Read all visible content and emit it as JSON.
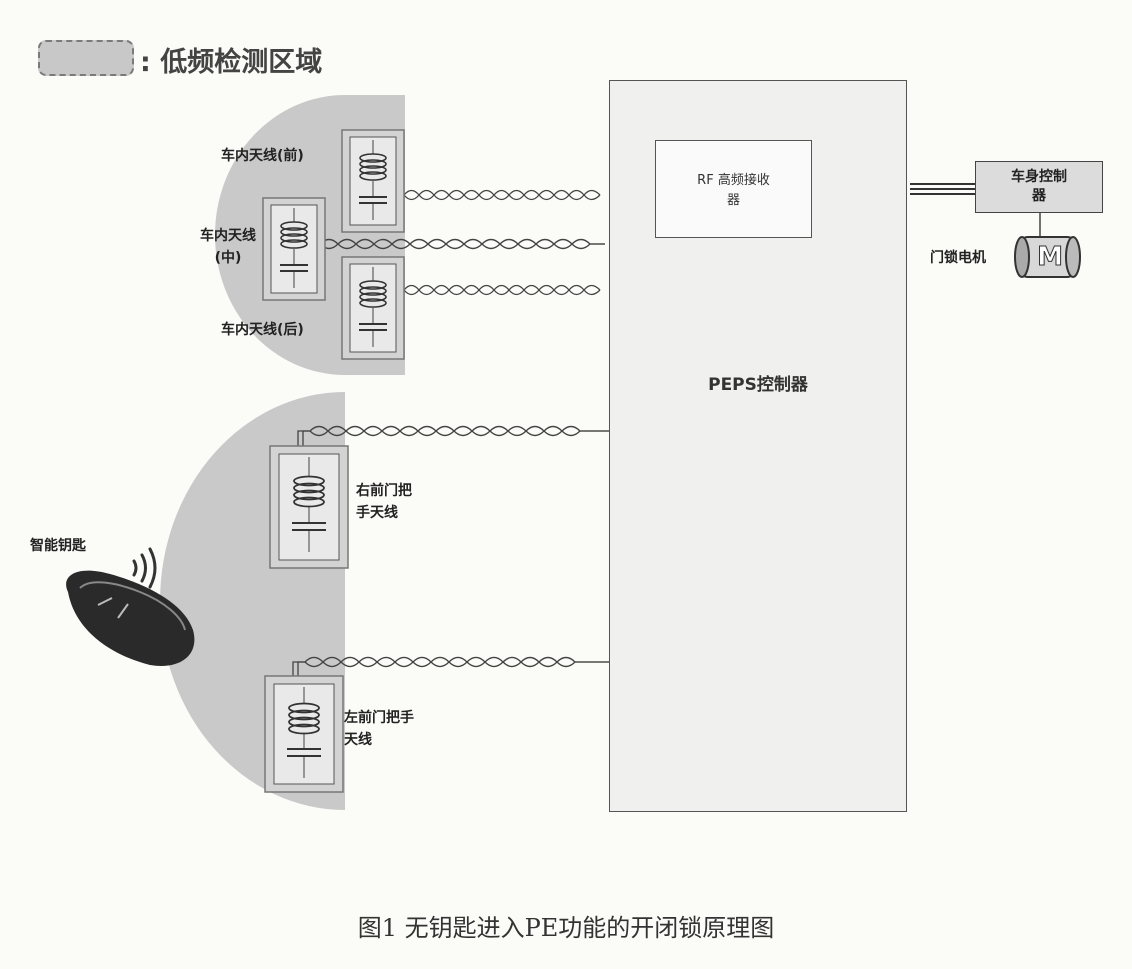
{
  "legend": {
    "text": ": 低频检测区域"
  },
  "antennas": {
    "front": "车内天线(前)",
    "middle_line1": "车内天线",
    "middle_line2": "(中)",
    "rear": "车内天线(后)",
    "right_door_line1": "右前门把",
    "right_door_line2": "手天线",
    "left_door_line1": "左前门把手",
    "left_door_line2": "天线"
  },
  "smart_key": {
    "label": "智能钥匙"
  },
  "peps": {
    "title": "PEPS控制器",
    "rf_line1": "RF 高频接收",
    "rf_line2": "器"
  },
  "body_controller": {
    "line1": "车身控制",
    "line2": "器"
  },
  "motor": {
    "label": "门锁电机",
    "symbol": "M"
  },
  "caption": "图1  无钥匙进入PE功能的开闭锁原理图",
  "colors": {
    "zone_fill": "#c9c9c9",
    "box_fill": "#f0f0ef",
    "line": "#555555"
  }
}
